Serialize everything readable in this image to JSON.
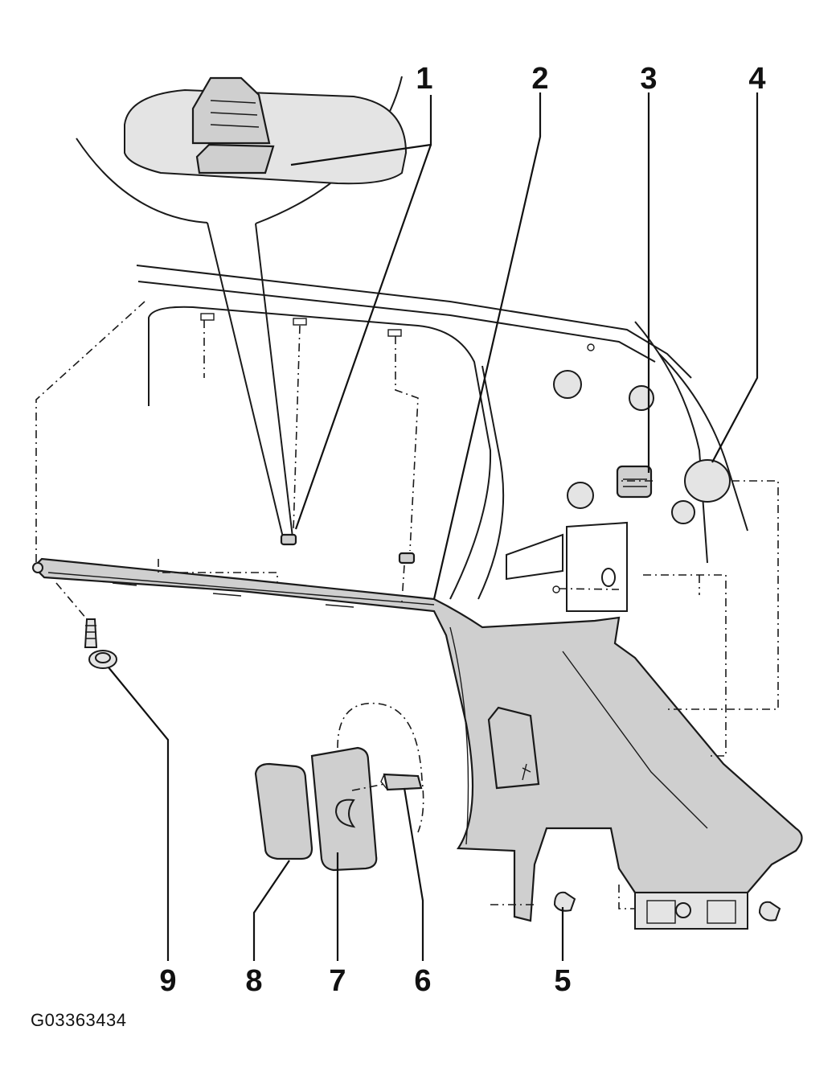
{
  "diagram": {
    "image_code": "G03363434",
    "callouts": [
      {
        "id": "1",
        "label": "1"
      },
      {
        "id": "2",
        "label": "2"
      },
      {
        "id": "3",
        "label": "3"
      },
      {
        "id": "4",
        "label": "4"
      },
      {
        "id": "5",
        "label": "5"
      },
      {
        "id": "6",
        "label": "6"
      },
      {
        "id": "7",
        "label": "7"
      },
      {
        "id": "8",
        "label": "8"
      },
      {
        "id": "9",
        "label": "9"
      }
    ]
  }
}
